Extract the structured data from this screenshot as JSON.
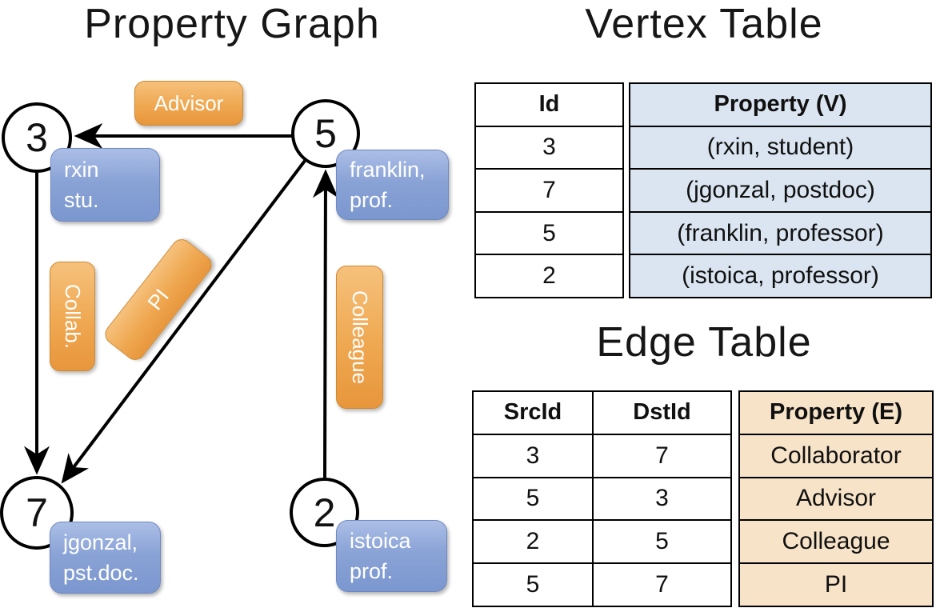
{
  "graph": {
    "title": "Property Graph",
    "nodes": [
      {
        "id": "3",
        "property_line1": "rxin",
        "property_line2": "stu."
      },
      {
        "id": "5",
        "property_line1": "franklin,",
        "property_line2": "prof."
      },
      {
        "id": "7",
        "property_line1": "jgonzal,",
        "property_line2": "pst.doc."
      },
      {
        "id": "2",
        "property_line1": "istoica",
        "property_line2": "prof."
      }
    ],
    "edge_labels": {
      "advisor": "Advisor",
      "collab": "Collab.",
      "pi": "PI",
      "colleague": "Colleague"
    }
  },
  "vertex_table": {
    "title": "Vertex Table",
    "headers": {
      "id": "Id",
      "property": "Property (V)"
    },
    "rows": [
      {
        "id": "3",
        "property": "(rxin, student)"
      },
      {
        "id": "7",
        "property": "(jgonzal, postdoc)"
      },
      {
        "id": "5",
        "property": "(franklin, professor)"
      },
      {
        "id": "2",
        "property": "(istoica, professor)"
      }
    ]
  },
  "edge_table": {
    "title": "Edge Table",
    "headers": {
      "src": "SrcId",
      "dst": "DstId",
      "property": "Property (E)"
    },
    "rows": [
      {
        "src": "3",
        "dst": "7",
        "property": "Collaborator"
      },
      {
        "src": "5",
        "dst": "3",
        "property": "Advisor"
      },
      {
        "src": "2",
        "dst": "5",
        "property": "Colleague"
      },
      {
        "src": "5",
        "dst": "7",
        "property": "PI"
      }
    ]
  },
  "colors": {
    "vertex_property_fill": "#dbe5f1",
    "edge_property_fill": "#f7e3c8",
    "vertex_pill_blue": "#7b97cf",
    "edge_pill_orange": "#e8963c",
    "line_black": "#000000"
  }
}
